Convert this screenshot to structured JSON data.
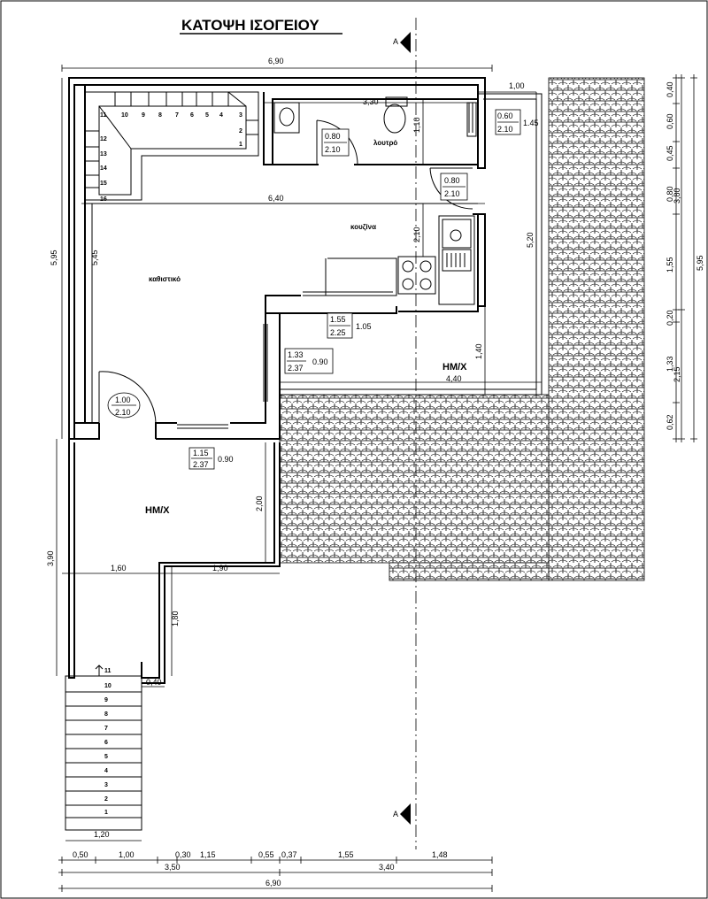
{
  "title": "ΚΑΤΟΨΗ ΙΣΟΓΕΙΟΥ",
  "section_marker": "A",
  "rooms": {
    "living": "καθιστικό",
    "kitchen": "κουζίνα",
    "bath": "λουτρό",
    "semi_open_upper": "ΗΜ/Χ",
    "semi_open_lower": "ΗΜ/Χ"
  },
  "openings": {
    "bath_door": {
      "width": "0.80",
      "height": "2.10"
    },
    "bath_window": {
      "width": "0.60",
      "height": "2.10",
      "sill": "1.45"
    },
    "kitchen_door": {
      "width": "0.80",
      "height": "2.10"
    },
    "kitchen_window": {
      "width": "1.55",
      "height": "2.25",
      "sill": "1.05"
    },
    "side_window": {
      "width": "1.33",
      "height": "2.37",
      "sill": "0.90"
    },
    "entrance_door": {
      "width": "1.00",
      "height": "2.10"
    },
    "front_window": {
      "width": "1.15",
      "height": "2.37",
      "sill": "0.90"
    }
  },
  "dimensions": {
    "top_total": "6,90",
    "bath_width": "3,30",
    "bath_depth": "1,10",
    "balcony_top": "1,00",
    "interior_width": "6,40",
    "kitchen_depth": "2,10",
    "right_wall": "5,20",
    "left_interior": "5,45",
    "left_total_top": "5,95",
    "semi_depth": "1,40",
    "semi_width": "4,40",
    "lower_depth": "2,00",
    "left_lower": "3,90",
    "lower_width_a": "1,60",
    "lower_width_b": "1,90",
    "stair_depth": "1,80",
    "stair_offset": "0,40",
    "stair_width": "1,20",
    "bottom_row": [
      "0,50",
      "1,00",
      "0,30",
      "1,15",
      "0,55",
      "0,37",
      "1,55",
      "1,48"
    ],
    "bottom_mid": [
      "3,50",
      "3,40"
    ],
    "bottom_total": "6,90",
    "right_inner": [
      "0,40",
      "0,60",
      "0,45",
      "0,80",
      "1,55",
      "0,20",
      "1,33",
      "0,62"
    ],
    "right_outer": [
      "3,80",
      "2,15"
    ],
    "right_total": "5,95"
  },
  "upper_stairs": {
    "top_row": [
      "11",
      "10",
      "9",
      "8",
      "7",
      "6",
      "5",
      "4",
      "3"
    ],
    "right_col": [
      "2",
      "1"
    ],
    "left_col": [
      "12",
      "13",
      "14",
      "15",
      "16"
    ]
  },
  "lower_stairs": [
    "11",
    "10",
    "9",
    "8",
    "7",
    "6",
    "5",
    "4",
    "3",
    "2",
    "1"
  ]
}
